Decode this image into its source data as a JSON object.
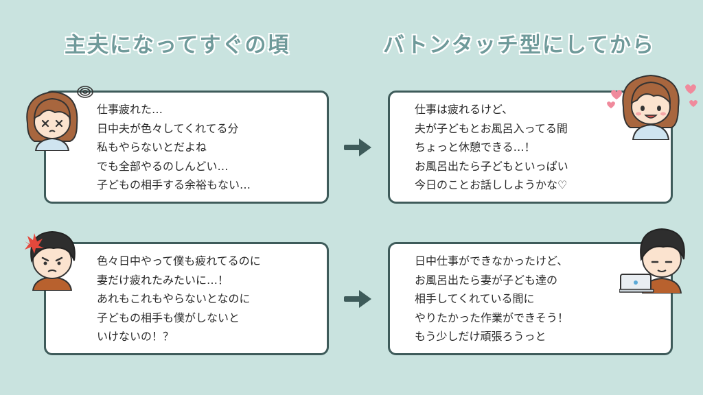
{
  "headings": {
    "left": "主夫になってすぐの頃",
    "right": "バトンタッチ型にしてから"
  },
  "panels": {
    "top_left": {
      "lines": [
        "仕事疲れた…",
        "日中夫が色々してくれてる分",
        "私もやらないとだよね",
        "でも全部やるのしんどい…",
        "子どもの相手する余裕もない…"
      ]
    },
    "top_right": {
      "lines": [
        "仕事は疲れるけど、",
        "夫が子どもとお風呂入ってる間",
        "ちょっと休憩できる…！",
        "お風呂出たら子どもといっぱい",
        "今日のことお話ししようかな♡"
      ]
    },
    "bottom_left": {
      "lines": [
        "色々日中やって僕も疲れてるのに",
        "妻だけ疲れたみたいに…！",
        "あれもこれもやらないとなのに",
        "子どもの相手も僕がしないと",
        "いけないの！？"
      ]
    },
    "bottom_right": {
      "lines": [
        "日中仕事ができなかったけど、",
        "お風呂出たら妻が子ども達の",
        "相手してくれている間に",
        "やりたかった作業ができそう！",
        "もう少しだけ頑張ろうっと"
      ]
    }
  },
  "icons": {
    "arrow": "arrow-right-icon",
    "wife_tired": "tired-wife-avatar-icon",
    "wife_happy": "happy-wife-avatar-icon",
    "husband_angry": "angry-husband-avatar-icon",
    "husband_laptop": "husband-with-laptop-avatar-icon"
  },
  "colors": {
    "background": "#c9e3df",
    "heading": "#6f9a9a",
    "border": "#3e5b5a",
    "arrow": "#3e5b5a",
    "heart": "#f08a9c"
  }
}
